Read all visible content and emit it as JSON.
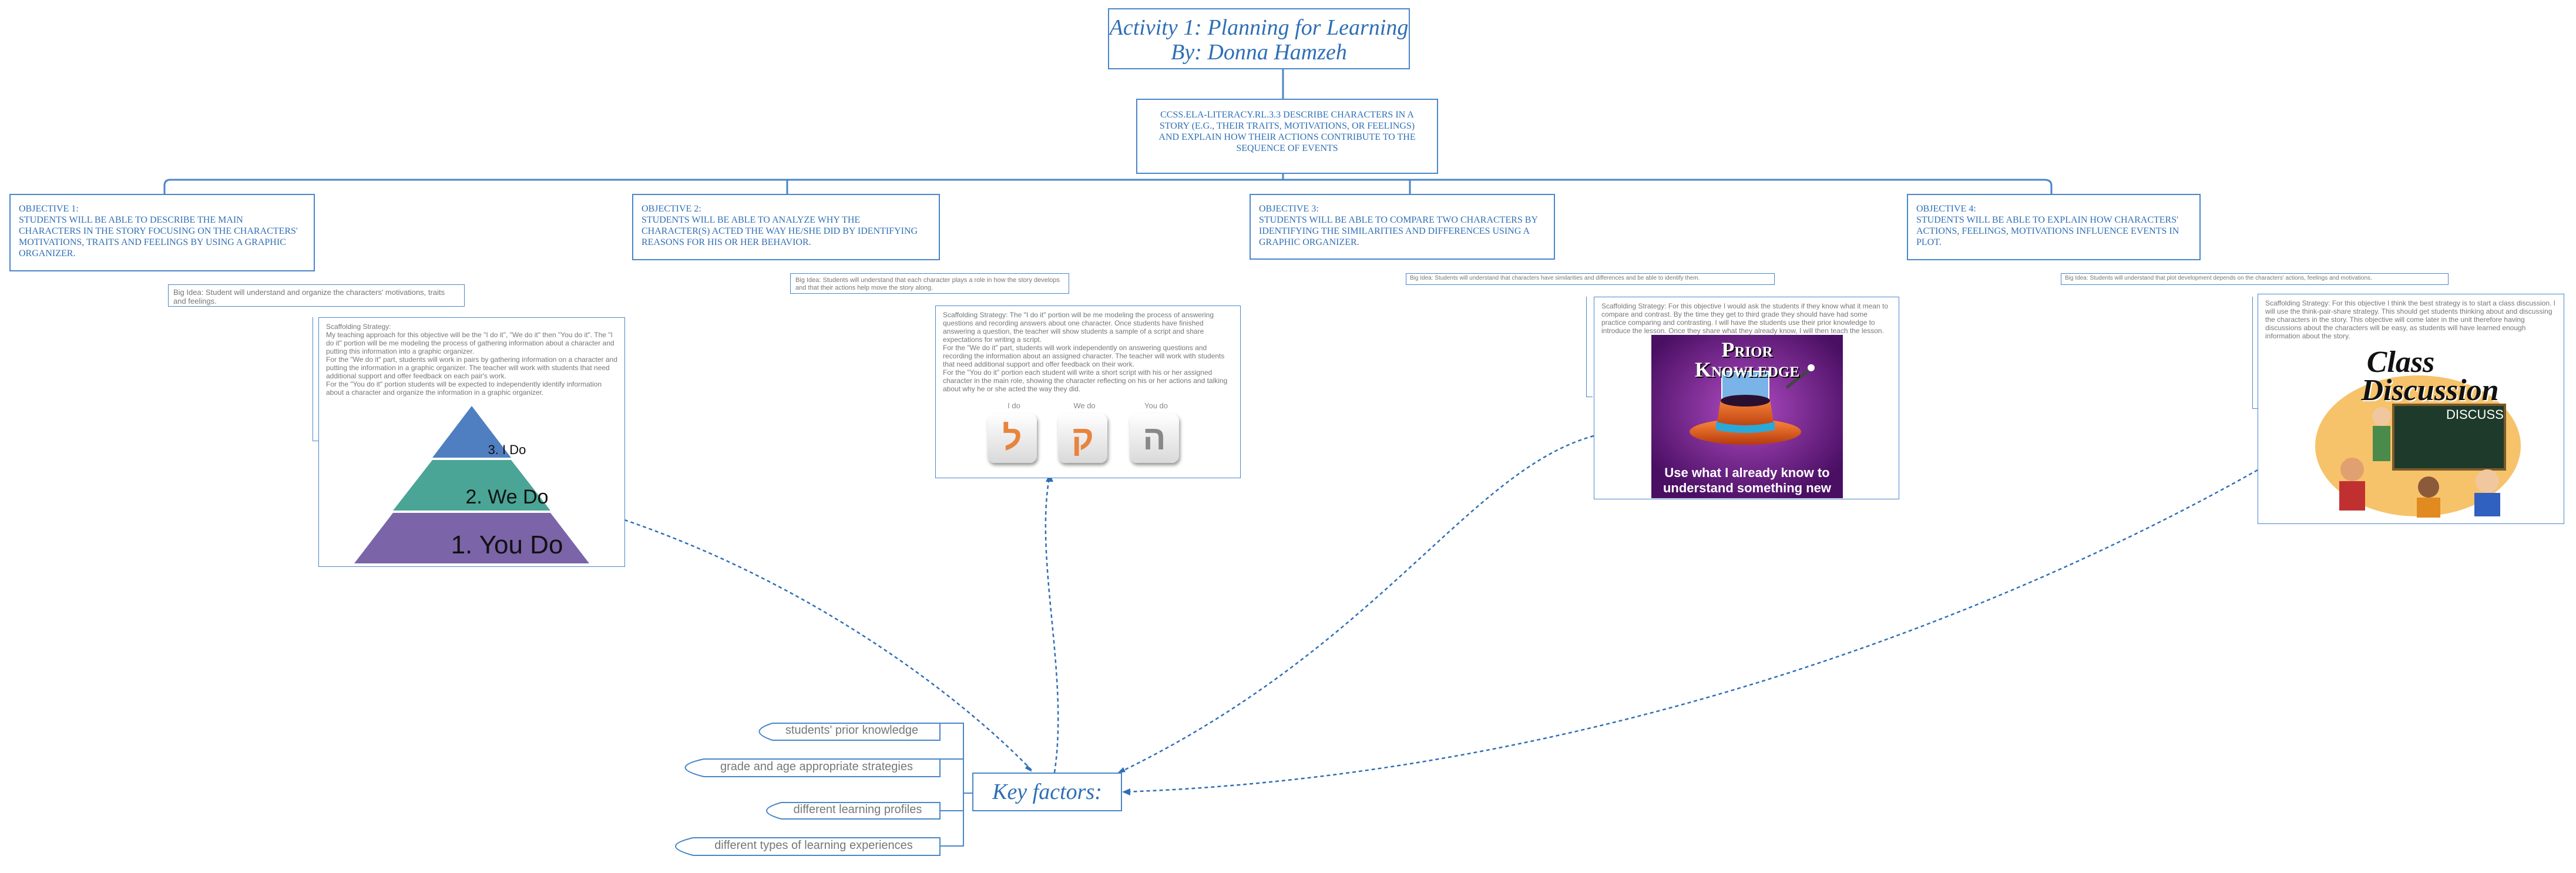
{
  "title": {
    "line1": "Activity 1: Planning for Learning",
    "line2": "By: Donna Hamzeh"
  },
  "standard": "CCSS.ELA-LITERACY.RL.3.3 Describe characters in a story (e.g., their traits, motivations, or feelings) and explain how their actions contribute to the sequence of events",
  "objectives": [
    {
      "heading": "Objective 1:",
      "text": "Students will be able to describe the main characters in the story focusing on the characters' motivations, traits and feelings by using a graphic organizer.",
      "big_idea": "Big Idea: Student will understand and organize the characters' motivations, traits and feelings.",
      "scaffold": "Scaffolding Strategy:\nMy teaching approach for this objective will be the \"I do it\", \"We do it\" then \"You do it\". The \"I do it\" portion will be me modeling the process of gathering information about a character and putting this information into a graphic organizer.\nFor the \"We do it\" part, students will work in pairs by gathering information on a character and putting the information in a graphic organizer. The teacher will work with students that need additional support and offer feedback on each pair's work.\nFor the \"You do it\" portion students will be expected to independently identify information about a character and organize the information in a graphic organizer."
    },
    {
      "heading": "Objective 2:",
      "text": "Students will be able to analyze why the character(s) acted the way he/she did by identifying reasons for his or her behavior.",
      "big_idea": "Big Idea: Students will understand that each character plays a role in how the story develops and that their actions help move the story along.",
      "scaffold": "Scaffolding Strategy: The \"I do it\" portion will be me modeling the process of answering questions and recording answers about one character. Once students have finished answering a question, the teacher will show students a sample of a script and share expectations for writing a script.\nFor the \"We do it\" part, students will work independently on answering questions and recording the information about an assigned character. The teacher will work with students that need additional support and offer feedback on their work.\nFor the \"You do it\" portion each student will write a short script with his or her assigned character in the main role, showing the character reflecting on his or her actions and talking about why he or she acted the way they did."
    },
    {
      "heading": "Objective 3:",
      "text": "Students will be able to compare two characters by identifying the similarities and differences using a graphic organizer.",
      "big_idea": "Big Idea: Students will understand that characters have similarities and differences and be able to identify them.",
      "scaffold": "Scaffolding Strategy: For this objective I would ask the students if they know what it mean to compare and contrast. By the time they get to third grade they should have had some practice comparing and contrasting. I will have the students use their prior knowledge to introduce the lesson. Once they share what they already know, I will then teach the lesson."
    },
    {
      "heading": "Objective 4:",
      "text": "Students will be able to explain how characters' actions, feelings, motivations influence events in plot.",
      "big_idea": "Big Idea: Students will understand that plot development depends on the characters' actions, feelings and motivations.",
      "scaffold": "Scaffolding Strategy: For this objective I think the best strategy is to start a class discussion. I will use the think-pair-share strategy. This should get students thinking about and discussing the characters in the story. This objective will come later in the unit therefore having discussions about the characters will be easy, as students will have learned enough information about the story."
    }
  ],
  "pyramid": [
    "3. I Do",
    "2. We Do",
    "1. You Do"
  ],
  "ido_tiles": [
    {
      "caption": "I do",
      "glyph": "ל"
    },
    {
      "caption": "We do",
      "glyph": "ק"
    },
    {
      "caption": "You do",
      "glyph": "ה"
    }
  ],
  "prior_knowledge": {
    "title_line1": "Prior",
    "title_line2": "Knowledge",
    "caption_line1": "Use what I already know to",
    "caption_line2": "understand something new"
  },
  "class_discussion": {
    "title_line1": "Class",
    "title_line2": "Discussion",
    "board": "DISCUSS"
  },
  "key_factors": {
    "label": "Key factors:",
    "items": [
      "students' prior knowledge",
      "grade and age appropriate strategies",
      "different learning profiles",
      "different types of learning experiences"
    ]
  },
  "colors": {
    "accent": "#2e6fb5",
    "border": "#4a86c8",
    "muted_text": "#777777",
    "pyramid_top": "#4f7fc0",
    "pyramid_middle": "#4aa596",
    "pyramid_bottom": "#7b64a8",
    "prior_knowledge_bg": "#6b1f86",
    "class_discussion_bg": "#f6c36b"
  }
}
